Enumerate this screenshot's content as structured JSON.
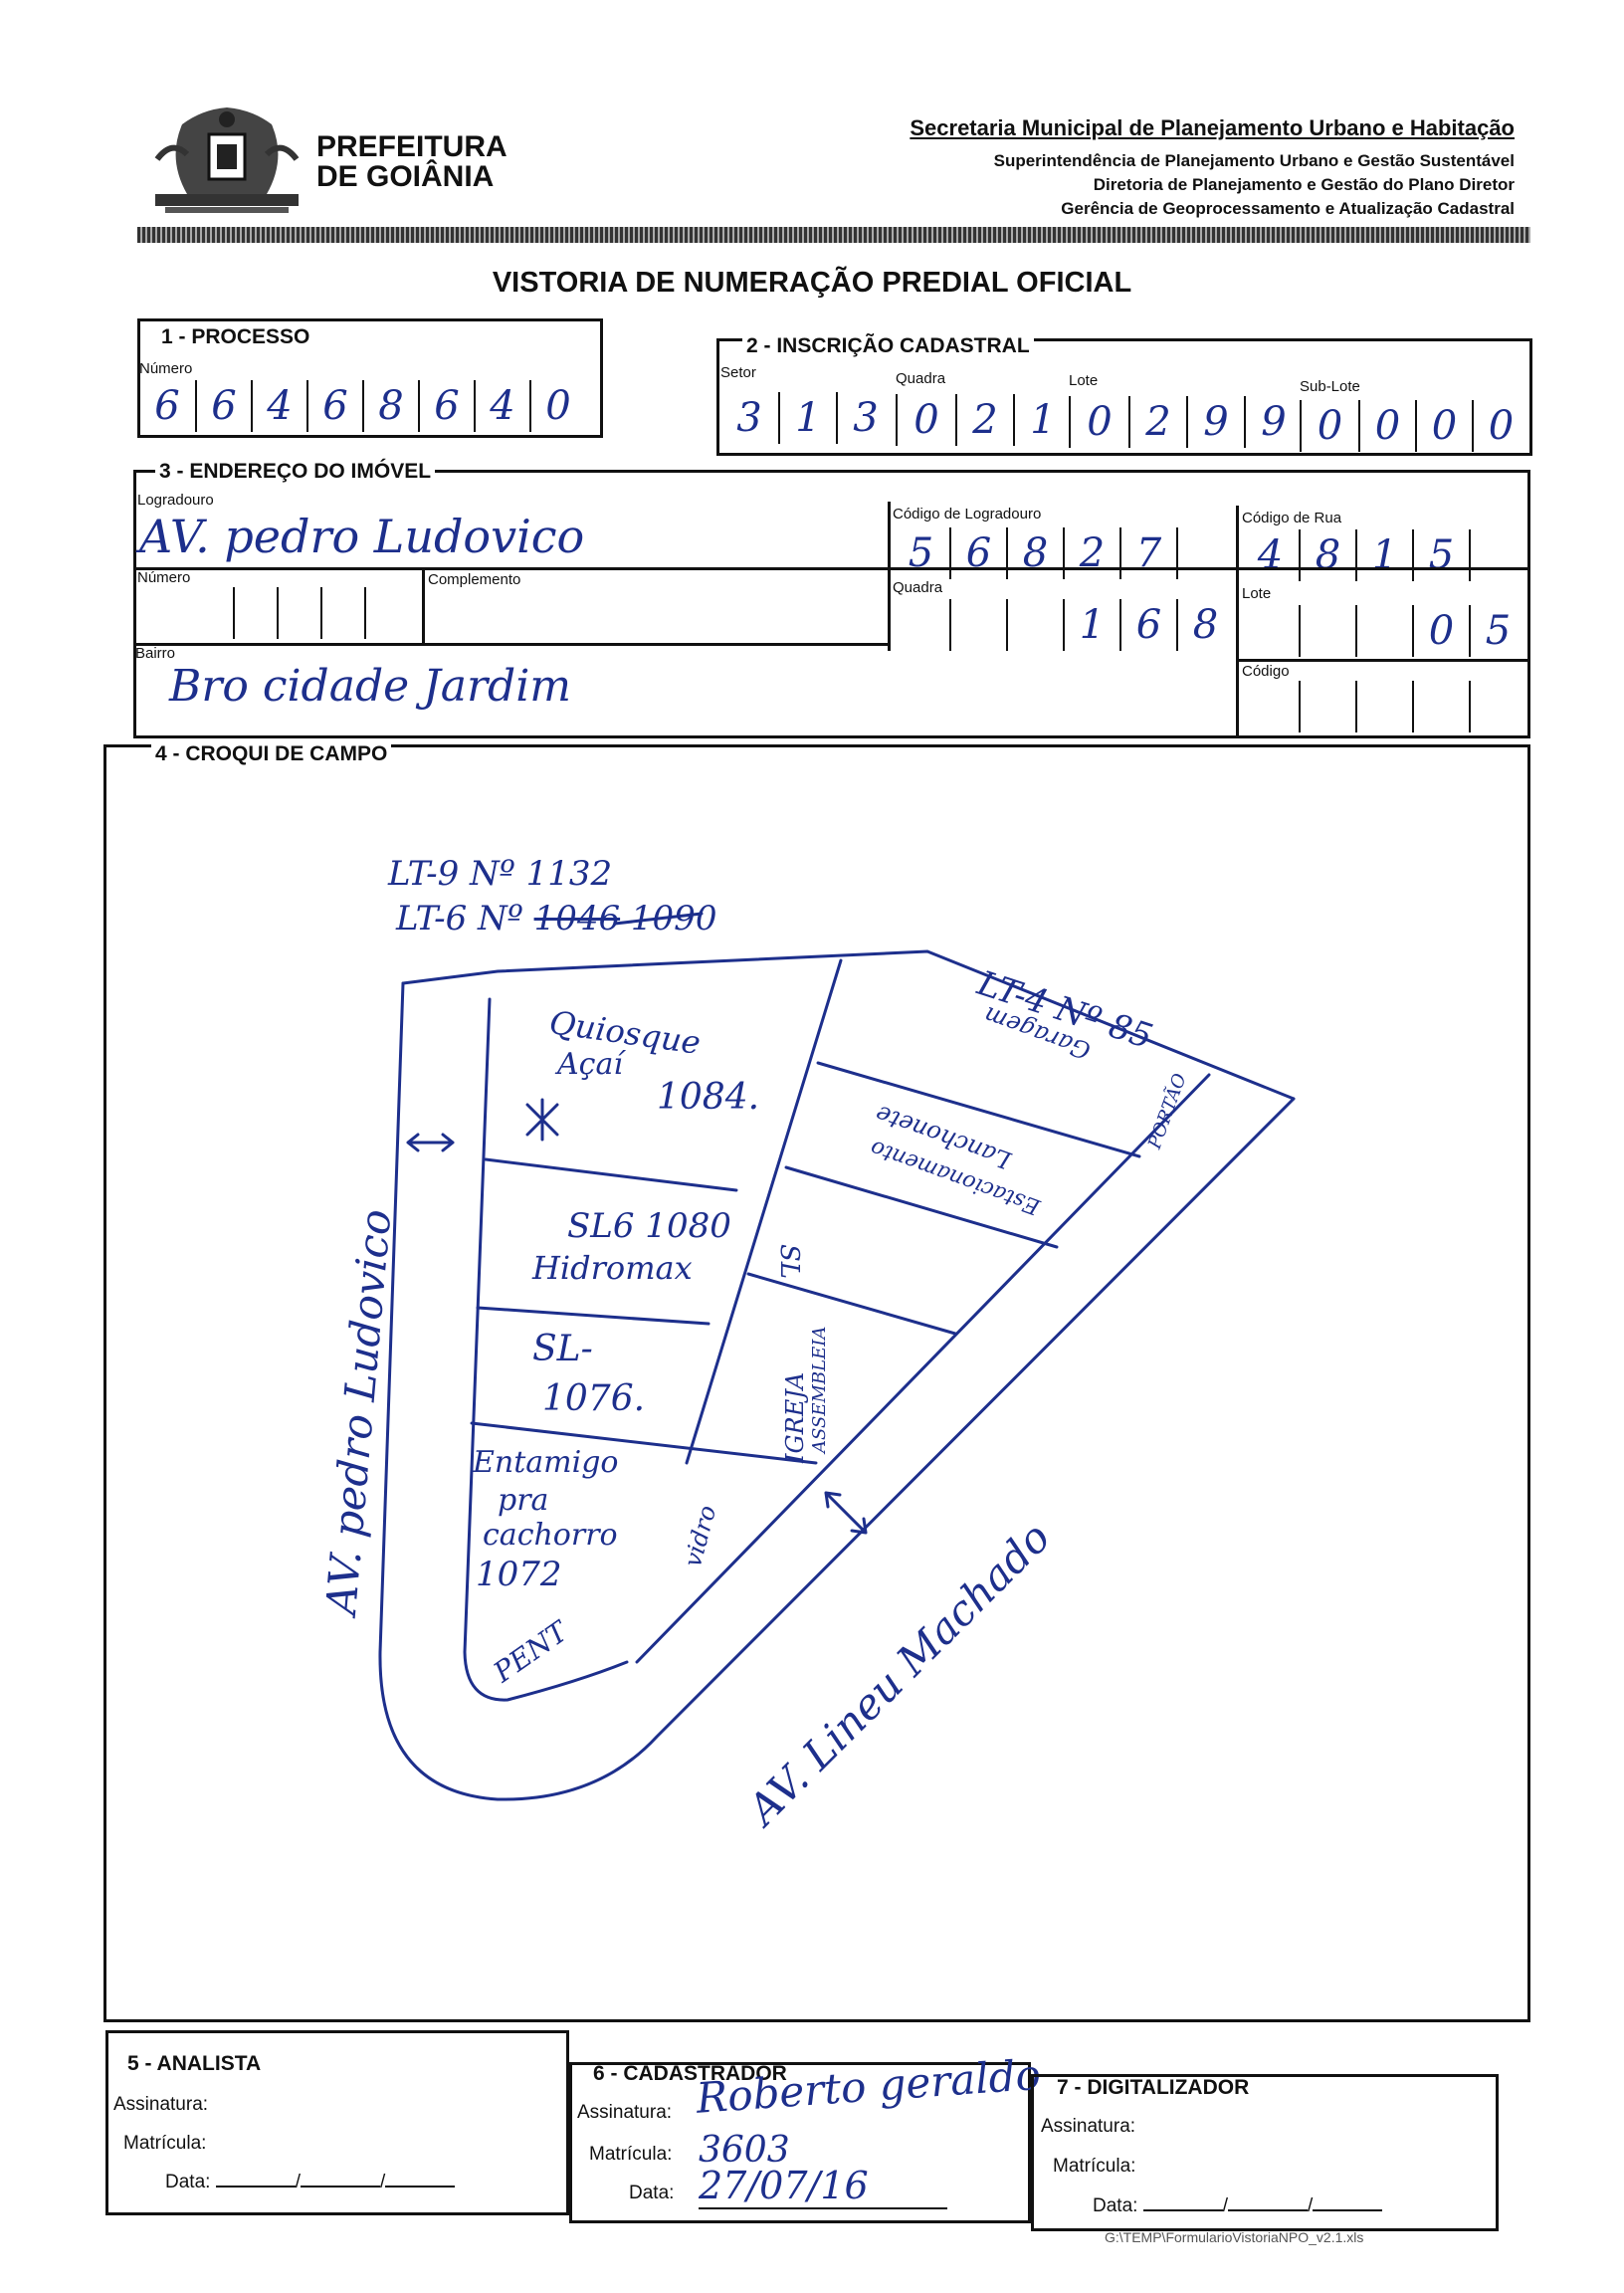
{
  "header": {
    "org_line1": "PREFEITURA",
    "org_line2": "DE GOIÂNIA",
    "secretaria": "Secretaria Municipal de Planejamento Urbano e Habitação",
    "superintendencia": "Superintendência de Planejamento Urbano e Gestão Sustentável",
    "diretoria": "Diretoria de Planejamento e Gestão do Plano Diretor",
    "gerencia": "Gerência de Geoprocessamento e Atualização Cadastral"
  },
  "title": "VISTORIA DE NUMERAÇÃO PREDIAL OFICIAL",
  "processo": {
    "heading": "1 - PROCESSO",
    "numero_label": "Número",
    "digits": [
      "6",
      "6",
      "4",
      "6",
      "8",
      "6",
      "4",
      "0"
    ]
  },
  "inscricao": {
    "heading": "2 - INSCRIÇÃO CADASTRAL",
    "setor_label": "Setor",
    "setor": [
      "3",
      "1",
      "3"
    ],
    "quadra_label": "Quadra",
    "quadra": [
      "0",
      "2",
      "1"
    ],
    "lote_label": "Lote",
    "lote": [
      "0",
      "2",
      "9",
      "9"
    ],
    "sublote_label": "Sub-Lote",
    "sublote": [
      "0",
      "0",
      "0",
      "0"
    ]
  },
  "endereco": {
    "heading": "3 - ENDEREÇO DO IMÓVEL",
    "logradouro_label": "Logradouro",
    "logradouro": "AV. pedro Ludovico",
    "cod_logradouro_label": "Código de Logradouro",
    "cod_logradouro": [
      "5",
      "6",
      "8",
      "2",
      "7",
      ""
    ],
    "cod_rua_label": "Código de Rua",
    "cod_rua": [
      "4",
      "8",
      "1",
      "5",
      ""
    ],
    "numero_label": "Número",
    "complemento_label": "Complemento",
    "quadra_label": "Quadra",
    "quadra": [
      "",
      "",
      "",
      "1",
      "6",
      "8"
    ],
    "lote_label": "Lote",
    "lote": [
      "",
      "",
      "",
      "0",
      "5"
    ],
    "bairro_label": "Bairro",
    "bairro": "Bro cidade Jardim",
    "codigo_label": "Código"
  },
  "croqui": {
    "heading": "4 - CROQUI DE CAMPO",
    "notes": {
      "lt9": "LT-9  Nº 1132",
      "lt6_prefix": "LT-6  Nº",
      "lt6_struck": "1046",
      "lt6_new": "1090",
      "lt4": "LT-4 Nº 85",
      "quiosque": "Quiosque",
      "acai": "Açaí",
      "n1084": "1084.",
      "sl6": "SL6 1080",
      "hidromax": "Hidromax",
      "sl": "SL-",
      "n1076": "1076.",
      "entamigo": "Entamigo",
      "pra": "pra",
      "cachorro": "cachorro",
      "n1072": "1072",
      "igreja": "IGREJA",
      "assembleia": "ASSEMBLEIA",
      "sl_side": "SL",
      "garagem": "Garagem",
      "lanchonete": "Lanchonete",
      "estacionamento": "Estacionamento",
      "portao": "PORTÃO",
      "vidro": "vidro",
      "pent": "PENT",
      "av_pedro": "AV. pedro Ludovico",
      "av_lineu": "AV. Lineu Machado"
    }
  },
  "analista": {
    "heading": "5 - ANALISTA",
    "assinatura_label": "Assinatura:",
    "matricula_label": "Matrícula:",
    "data_label": "Data:"
  },
  "cadastrador": {
    "heading": "6 - CADASTRADOR",
    "assinatura_label": "Assinatura:",
    "assinatura": "Roberto geraldo",
    "matricula_label": "Matrícula:",
    "matricula": "3603",
    "data_label": "Data:",
    "data": "27/07/16"
  },
  "digitalizador": {
    "heading": "7 - DIGITALIZADOR",
    "assinatura_label": "Assinatura:",
    "matricula_label": "Matrícula:",
    "data_label": "Data:"
  },
  "footer_path": "G:\\TEMP\\FormularioVistoriaNPO_v2.1.xls",
  "colors": {
    "ink": "#1d2f8c",
    "border": "#111111"
  }
}
